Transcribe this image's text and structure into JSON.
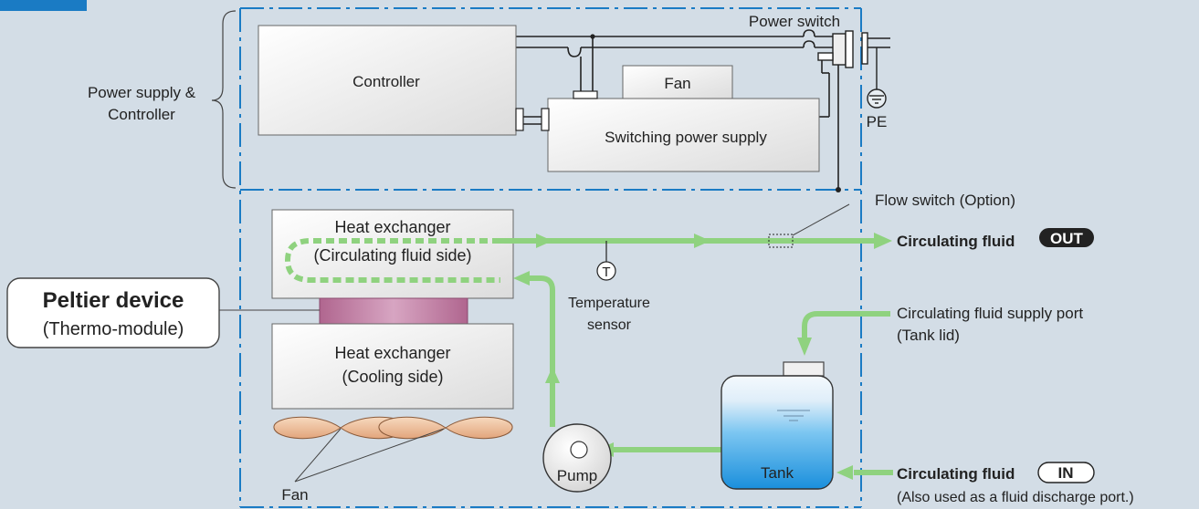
{
  "power_section": {
    "brace_label_line1": "Power supply &",
    "brace_label_line2": "Controller",
    "controller": "Controller",
    "fan_box": "Fan",
    "switching_power_supply": "Switching power supply",
    "power_switch": "Power switch",
    "pe": "PE"
  },
  "fluid_section": {
    "heat_exchanger_top_line1": "Heat exchanger",
    "heat_exchanger_top_line2": "(Circulating fluid side)",
    "heat_exchanger_bottom_line1": "Heat exchanger",
    "heat_exchanger_bottom_line2": "(Cooling side)",
    "peltier_title": "Peltier device",
    "peltier_subtitle": "(Thermo-module)",
    "temperature_symbol": "T",
    "temperature_sensor_line1": "Temperature",
    "temperature_sensor_line2": "sensor",
    "flow_switch": "Flow switch (Option)",
    "out_label": "Circulating fluid",
    "out_badge": "OUT",
    "supply_port_line1": "Circulating fluid supply port",
    "supply_port_line2": "(Tank lid)",
    "in_label": "Circulating fluid",
    "in_badge": "IN",
    "in_note": "(Also used as a fluid discharge port.)",
    "fan": "Fan",
    "pump": "Pump",
    "tank": "Tank"
  },
  "colors": {
    "background": "#d3dde6",
    "boundary": "#1a7bc4",
    "flow": "#8fd27f",
    "peltier": "#c07aa0",
    "fan_blade": "#f2c9a6",
    "tank_water": "#3aa8e8"
  }
}
